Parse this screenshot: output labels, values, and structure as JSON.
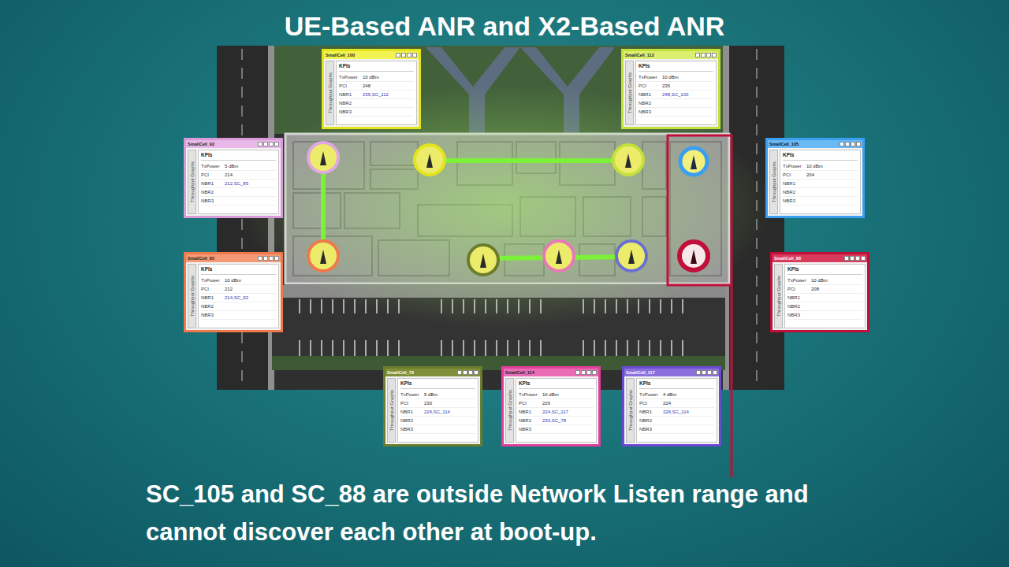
{
  "diagram": {
    "title": "UE-Based ANR and X2-Based ANR",
    "caption": "SC_105 and SC_88 are outside Network Listen range and cannot discover each other at boot-up.",
    "nodes": [
      {
        "text": [
          "SmallCell_100",
          "Throughput Graphs",
          "KPIs",
          "TxPower",
          "10 dBm",
          "PCI",
          "248",
          "NBR1",
          "235,SC_112",
          "NBR2",
          "NBR3"
        ]
      },
      {
        "text": [
          "SmallCell_112",
          "Throughput Graphs",
          "KPIs",
          "TxPower",
          "10 dBm",
          "PCI",
          "235",
          "NBR1",
          "248,SC_100",
          "NBR2",
          "NBR3"
        ]
      },
      {
        "text": [
          "SmallCell_92",
          "Throughput Graphs",
          "KPIs",
          "TxPower",
          "5 dBm",
          "PCI",
          "214",
          "NBR1",
          "212,SC_85",
          "NBR2",
          "NBR3"
        ]
      },
      {
        "text": [
          "SmallCell_105",
          "Throughput Graphs",
          "KPIs",
          "TxPower",
          "10 dBm",
          "PCI",
          "204",
          "NBR1",
          "NBR2",
          "NBR3"
        ]
      },
      {
        "text": [
          "SmallCell_85",
          "Throughput Graphs",
          "KPIs",
          "TxPower",
          "10 dBm",
          "PCI",
          "212",
          "NBR1",
          "214,SC_92",
          "NBR2",
          "NBR3"
        ]
      },
      {
        "text": [
          "SmallCell_88",
          "Throughput Graphs",
          "KPIs",
          "TxPower",
          "10 dBm",
          "PCI",
          "208",
          "NBR1",
          "NBR2",
          "NBR3"
        ]
      },
      {
        "text": [
          "SmallCell_78",
          "Throughput Graphs",
          "KPIs",
          "TxPower",
          "5 dBm",
          "PCI",
          "230",
          "NBR1",
          "226,SC_114",
          "NBR2",
          "NBR3"
        ]
      },
      {
        "text": [
          "SmallCell_114",
          "Throughput Graphs",
          "KPIs",
          "TxPower",
          "10 dBm",
          "PCI",
          "226",
          "NBR1",
          "224,SC_117",
          "NBR2",
          "230,SC_78",
          "NBR3"
        ]
      },
      {
        "text": [
          "SmallCell_117",
          "Throughput Graphs",
          "KPIs",
          "TxPower",
          "4 dBm",
          "PCI",
          "224",
          "NBR1",
          "226,SC_114",
          "NBR2",
          "NBR3"
        ]
      }
    ]
  }
}
